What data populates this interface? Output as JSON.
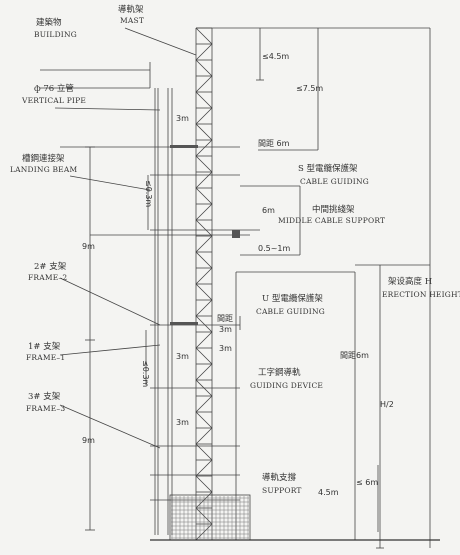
{
  "labels": {
    "mast_cn": "導軌架",
    "mast_en": "MAST",
    "building_cn": "建築物",
    "building_en": "BUILDING",
    "pipe_cn": "ф 76 立管",
    "pipe_en": "VERTICAL PIPE",
    "landing_cn": "槽鋼連接架",
    "landing_en": "LANDING BEAM",
    "cable_s_cn": "S 型電纜保護架",
    "cable_s_en": "CABLE GUIDING",
    "middle_cn": "中間挑綫架",
    "middle_en": "MIDDLE CABLE SUPPORT",
    "frame2_cn": "2# 支架",
    "frame2_en": "FRAME–2",
    "frame1_cn": "1# 支架",
    "frame1_en": "FRAME–1",
    "frame3_cn": "3# 支架",
    "frame3_en": "FRAME–3",
    "cable_u_cn": "U 型電纜保護架",
    "cable_u_en": "CABLE GUIDING",
    "guide_cn": "工字鋼導軌",
    "guide_en": "GUIDING DEVICE",
    "support_cn": "導軌支撐",
    "support_en": "SUPPORT",
    "height_cn": "架设高度 H",
    "height_en": "ERECTION HEIGHT"
  },
  "dims": {
    "le45": "≤4.5m",
    "le75": "≤7.5m",
    "d3a": "3m",
    "spacing6a": "間距 6m",
    "le03a": "≤0.3m",
    "d6": "6m",
    "d9a": "9m",
    "d05": "0.5~1m",
    "spacing_top": "間距",
    "d3b": "3m",
    "d3c": "3m",
    "spacing6b": "間距6m",
    "le03b": "≤0.3m",
    "d3d": "3m",
    "h2": "H/2",
    "d3e": "3m",
    "d9b": "9m",
    "le6": "≤ 6m",
    "d45": "4.5m"
  }
}
